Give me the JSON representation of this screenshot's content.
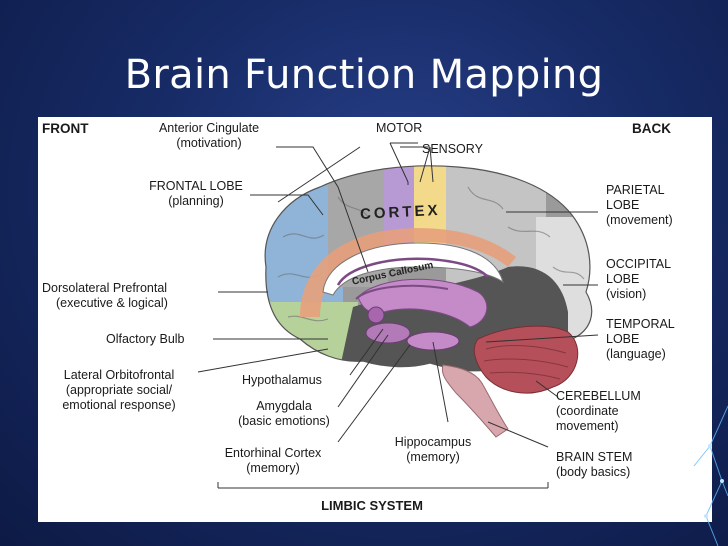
{
  "slide": {
    "title": "Brain Function Mapping"
  },
  "diagram": {
    "front": "FRONT",
    "back": "BACK",
    "cortex": "CORTEX",
    "corpus_callosum": "Corpus Callosum",
    "motor": "MOTOR",
    "sensory": "SENSORY",
    "anterior_cingulate": "Anterior Cingulate",
    "anterior_cingulate_fn": "(motivation)",
    "frontal_lobe": "FRONTAL LOBE",
    "frontal_lobe_fn": "(planning)",
    "dorsolateral": "Dorsolateral Prefrontal",
    "dorsolateral_fn": "(executive & logical)",
    "olfactory": "Olfactory Bulb",
    "lateral_orbitofrontal": "Lateral Orbitofrontal",
    "lateral_orbitofrontal_fn1": "(appropriate social/",
    "lateral_orbitofrontal_fn2": "emotional response)",
    "hypothalamus": "Hypothalamus",
    "amygdala": "Amygdala",
    "amygdala_fn": "(basic emotions)",
    "entorhinal": "Entorhinal Cortex",
    "entorhinal_fn": "(memory)",
    "hippocampus": "Hippocampus",
    "hippocampus_fn": "(memory)",
    "parietal_1": "PARIETAL",
    "parietal_2": "LOBE",
    "parietal_fn": "(movement)",
    "occipital_1": "OCCIPITAL",
    "occipital_2": "LOBE",
    "occipital_fn": "(vision)",
    "temporal_1": "TEMPORAL",
    "temporal_2": "LOBE",
    "temporal_fn": "(language)",
    "cerebellum": "CEREBELLUM",
    "cerebellum_fn1": "(coordinate",
    "cerebellum_fn2": "movement)",
    "brain_stem": "BRAIN STEM",
    "brain_stem_fn": "(body basics)",
    "limbic_system": "LIMBIC SYSTEM"
  },
  "colors": {
    "frontal": "#8fb4d8",
    "motor": "#b79ad3",
    "sensory": "#f3d98a",
    "parietal": "#c9c9c9",
    "occipital": "#dcdcdc",
    "temporal": "#555555",
    "cerebellum": "#b5505a",
    "brain_stem": "#d7a7ad",
    "limbic": "#c48bc8",
    "cingulate": "#e7a07c",
    "olfactory": "#b6d19a"
  }
}
